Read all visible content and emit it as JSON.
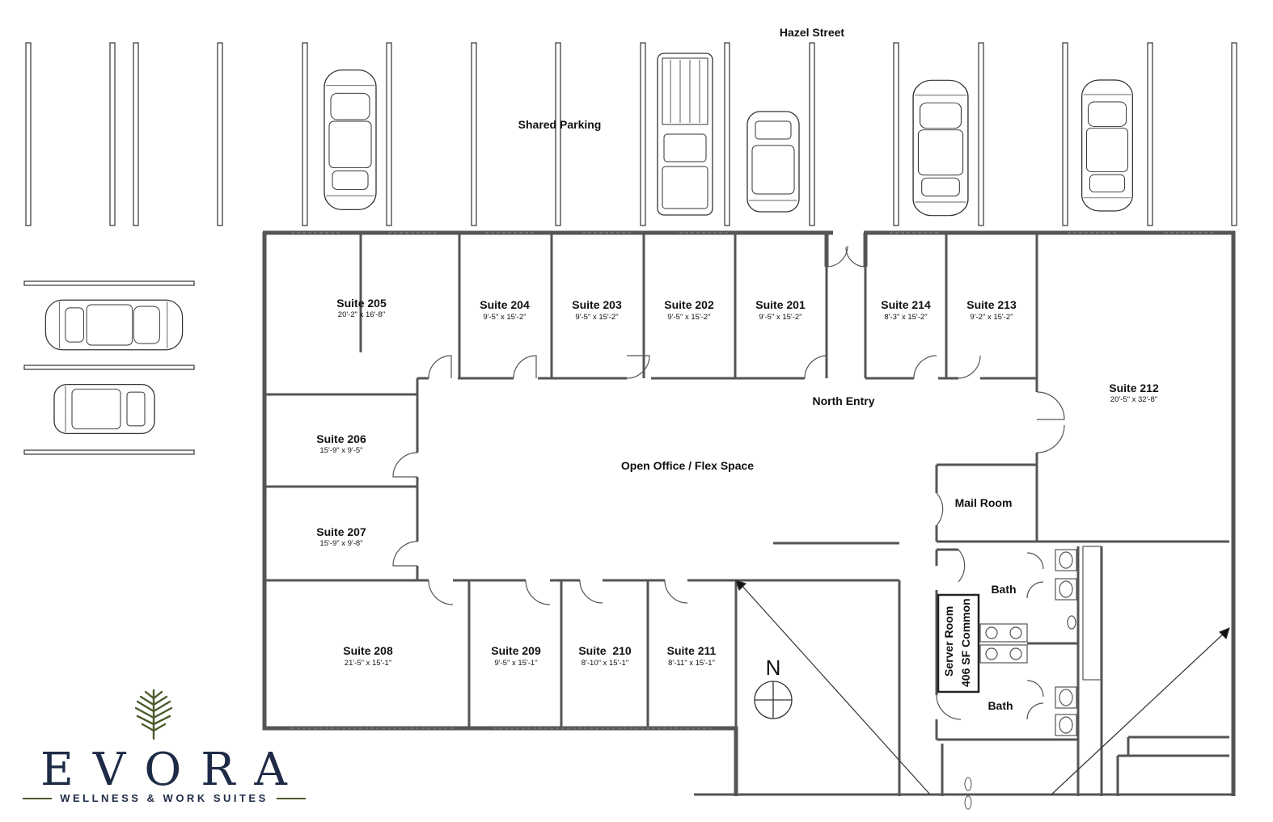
{
  "street": "Hazel Street",
  "parking_label": "Shared Parking",
  "north_marker": "N",
  "areas": {
    "north_entry": "North Entry",
    "open_office": "Open Office / Flex Space",
    "mail_room": "Mail Room",
    "bath_upper": "Bath",
    "bath_lower": "Bath",
    "server_room": "Server Room",
    "common_area": "406 SF Common"
  },
  "suites": {
    "s205": {
      "name": "Suite 205",
      "dim": "20'-2\" x 16'-8\""
    },
    "s204": {
      "name": "Suite 204",
      "dim": "9'-5\" x 15'-2\""
    },
    "s203": {
      "name": "Suite 203",
      "dim": "9'-5\" x 15'-2\""
    },
    "s202": {
      "name": "Suite 202",
      "dim": "9'-5\" x 15'-2\""
    },
    "s201": {
      "name": "Suite 201",
      "dim": "9'-5\" x 15'-2\""
    },
    "s214": {
      "name": "Suite 214",
      "dim": "8'-3\" x 15'-2\""
    },
    "s213": {
      "name": "Suite 213",
      "dim": "9'-2\" x 15'-2\""
    },
    "s212": {
      "name": "Suite 212",
      "dim": "20'-5\" x 32'-8\""
    },
    "s206": {
      "name": "Suite 206",
      "dim": "15'-9\" x 9'-5\""
    },
    "s207": {
      "name": "Suite 207",
      "dim": "15'-9\" x 9'-8\""
    },
    "s208": {
      "name": "Suite 208",
      "dim": "21'-5\" x 15'-1\""
    },
    "s209": {
      "name": "Suite 209",
      "dim": "9'-5\" x 15'-1\""
    },
    "s210": {
      "name": "Suite  210",
      "dim": "8'-10\" x 15'-1\""
    },
    "s211": {
      "name": "Suite 211",
      "dim": "8'-11\" x 15'-1\""
    }
  },
  "logo": {
    "wordmark": "EVORA",
    "tagline": "WELLNESS & WORK SUITES",
    "leaf_color": "#4b5a2a",
    "text_color": "#1e2b47",
    "leaf_icon": "pine-sprig-icon"
  }
}
